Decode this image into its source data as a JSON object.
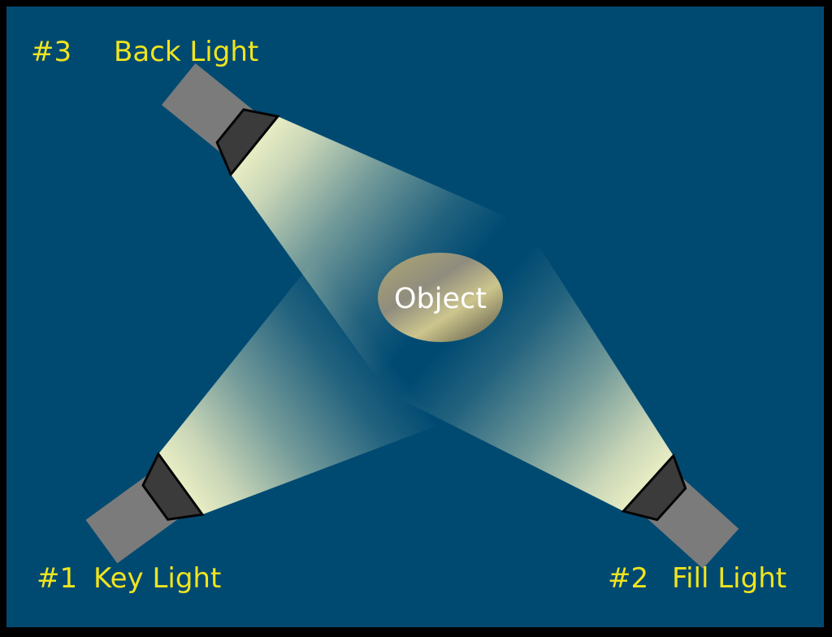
{
  "object": {
    "label": "Object"
  },
  "lights": {
    "key": {
      "number": "#1",
      "name": "Key Light"
    },
    "fill": {
      "number": "#2",
      "name": "Fill Light"
    },
    "back": {
      "number": "#3",
      "name": "Back Light"
    }
  },
  "colors": {
    "background": "#004A72",
    "frame": "#000000",
    "label_text": "#F0E41E",
    "object_text": "#FFFFFF",
    "beam": "#EDF0C5",
    "lamp_body": "#7B7B7B",
    "lamp_head": "#3B3B3B",
    "lamp_outline": "#050505",
    "object_gradient": [
      "#A9A374",
      "#8F8C7E",
      "#CCC58D",
      "#6B6750"
    ]
  }
}
